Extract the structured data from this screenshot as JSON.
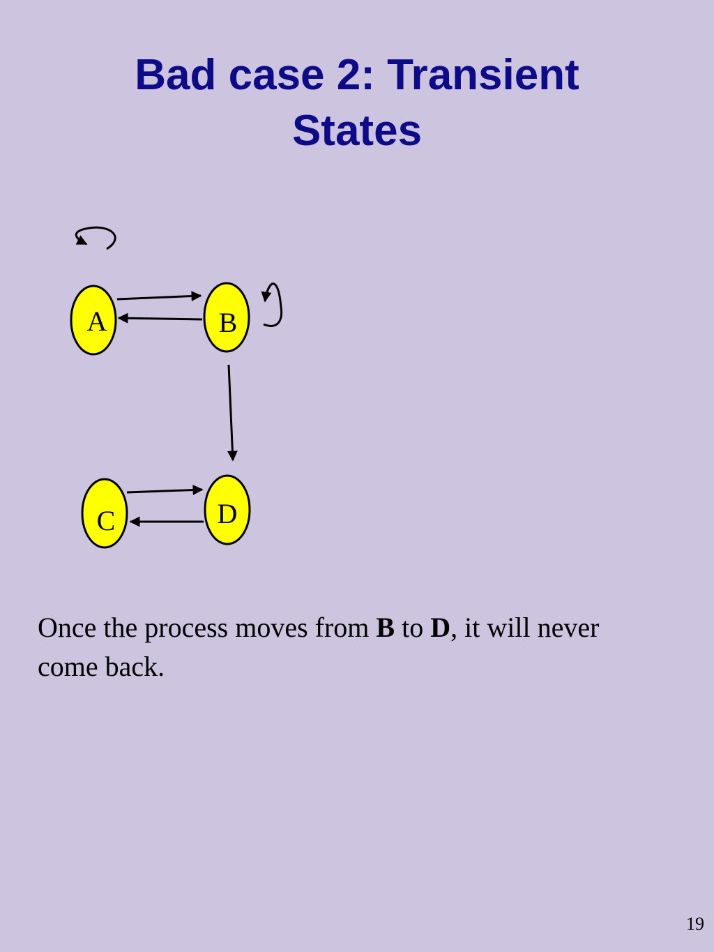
{
  "slide": {
    "title_line1": "Bad case 2: Transient",
    "title_line2": "States",
    "page_number": "19"
  },
  "diagram": {
    "node_fill": "#ffff00",
    "nodes": [
      {
        "id": "A",
        "label": "A"
      },
      {
        "id": "B",
        "label": "B"
      },
      {
        "id": "C",
        "label": "C"
      },
      {
        "id": "D",
        "label": "D"
      }
    ],
    "edges": [
      {
        "from": "A",
        "to": "B"
      },
      {
        "from": "B",
        "to": "A"
      },
      {
        "from": "B",
        "to": "B"
      },
      {
        "from": "B",
        "to": "D"
      },
      {
        "from": "C",
        "to": "D"
      },
      {
        "from": "D",
        "to": "C"
      }
    ]
  },
  "caption": {
    "part1": "Once the process moves from ",
    "b1": "B",
    "part2": " to  ",
    "b2": "D",
    "part3": ", it will never come back."
  }
}
